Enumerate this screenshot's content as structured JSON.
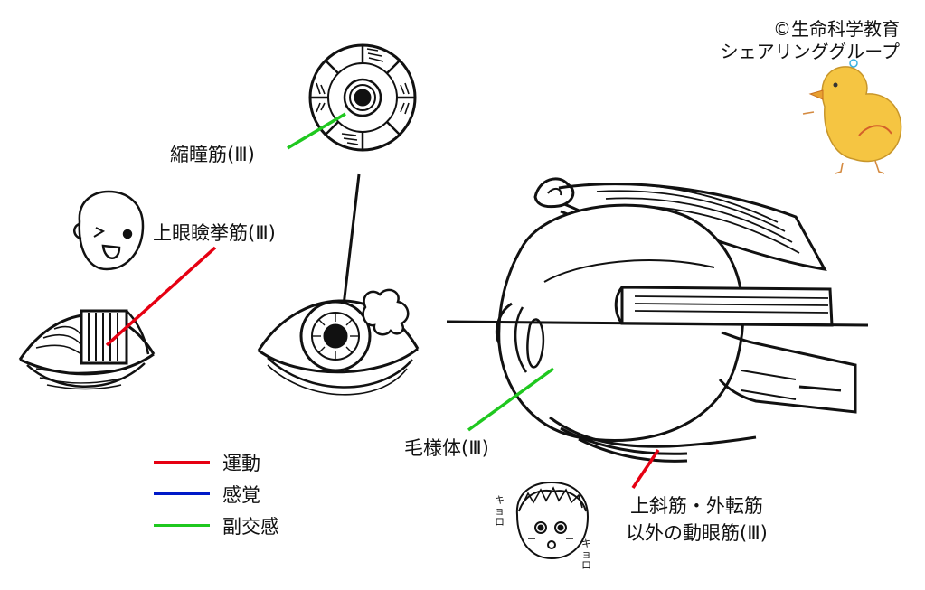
{
  "copyright": {
    "line1": "©生命科学教育",
    "line2": "シェアリンググループ"
  },
  "labels": {
    "sphincter": "縮瞳筋(Ⅲ)",
    "levator": "上眼瞼挙筋(Ⅲ)",
    "ciliary": "毛様体(Ⅲ)",
    "oculomotor_line1": "上斜筋・外転筋",
    "oculomotor_line2": "以外の動眼筋(Ⅲ)"
  },
  "doodles": {
    "kyoro_left": "キョロ",
    "kyoro_right": "キョロ"
  },
  "legend": [
    {
      "label": "運動",
      "color": "#e60012"
    },
    {
      "label": "感覚",
      "color": "#0019c8"
    },
    {
      "label": "副交感",
      "color": "#1fc81f"
    }
  ],
  "colors": {
    "motor": "#e60012",
    "sensory": "#0019c8",
    "parasympathetic": "#1fc81f",
    "chick": "#f5c542"
  }
}
